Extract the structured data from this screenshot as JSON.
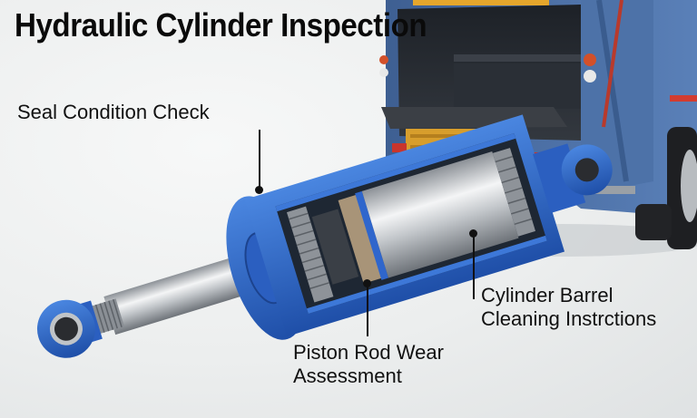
{
  "title": "Hydraulic Cylinder Inspection",
  "callouts": [
    {
      "id": "seal",
      "text": "Seal Condition Check"
    },
    {
      "id": "rod",
      "line1": "Piston Rod Wear",
      "line2": "Assessment"
    },
    {
      "id": "barrel",
      "line1": "Cylinder Barrel",
      "line2": "Cleaning Instrctions"
    }
  ],
  "colors": {
    "cylinder_blue": "#2f63c4",
    "truck_blue": "#4a6fa5",
    "hopper_yellow": "#e2a52a",
    "chrome": "#c8ccd0",
    "background": "#eef0f0",
    "text": "#111111"
  },
  "scene": {
    "subject": "cutaway hydraulic cylinder",
    "background_object": "rear of blue garbage truck with yellow hopper"
  }
}
